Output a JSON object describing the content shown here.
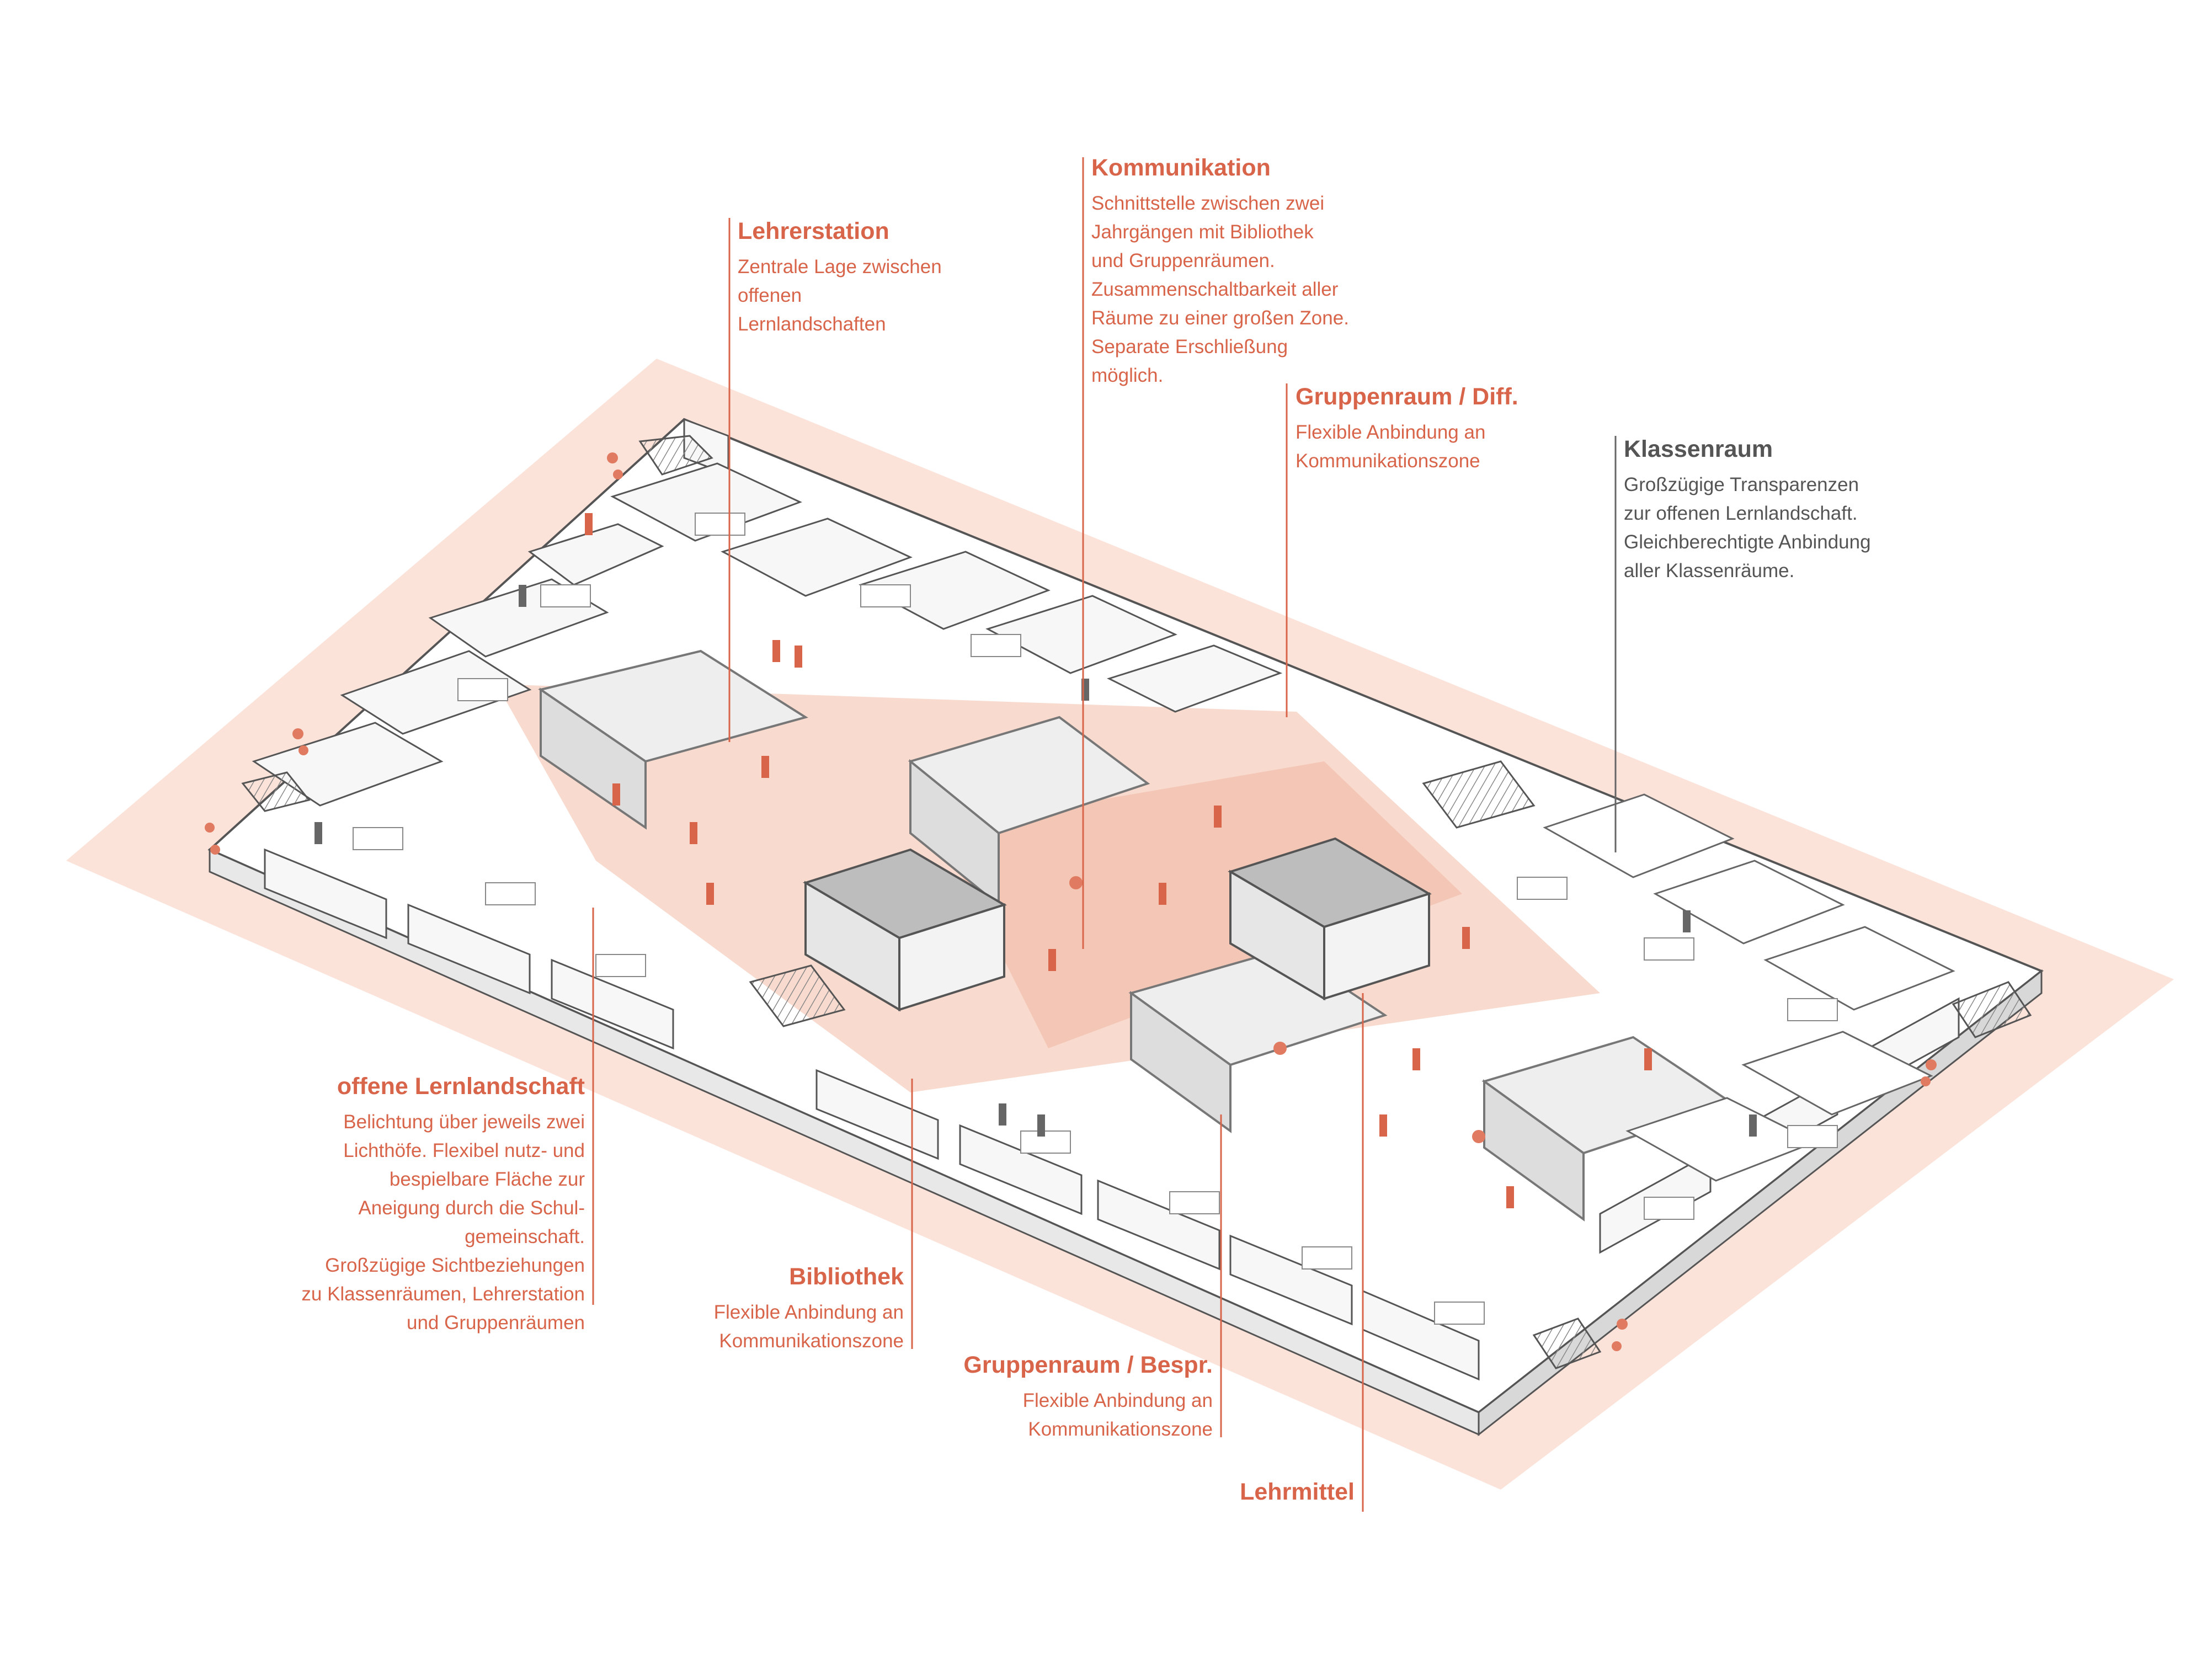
{
  "colors": {
    "accent": "#d8644a",
    "accent_light": "#f7d6cc",
    "accent_lighter": "#fbe7e0",
    "neutral_text": "#555555",
    "line": "#666666"
  },
  "callouts": {
    "lehrerstation": {
      "title": "Lehrerstation",
      "text": "Zentrale Lage zwischen\noffenen\nLernlandschaften"
    },
    "kommunikation": {
      "title": "Kommunikation",
      "text": "Schnittstelle zwischen zwei\nJahrgängen mit Bibliothek\nund Gruppenräumen.\nZusammenschaltbarkeit aller\nRäume zu einer großen Zone.\nSeparate Erschließung\nmöglich."
    },
    "gruppenraum_diff": {
      "title": "Gruppenraum / Diff.",
      "text": "Flexible Anbindung an\nKommunikationszone"
    },
    "klassenraum": {
      "title": "Klassenraum",
      "text": "Großzügige Transparenzen\nzur offenen Lernlandschaft.\nGleichberechtigte Anbindung\naller Klassenräume."
    },
    "offene_lernlandschaft": {
      "title": "offene Lernlandschaft",
      "text": "Belichtung über jeweils zwei\nLichthöfe. Flexibel nutz- und\nbespielbare Fläche zur\nAneigung durch die Schul-\ngemeinschaft.\nGroßzügige Sichtbeziehungen\nzu Klassenräumen, Lehrerstation\nund Gruppenräumen"
    },
    "bibliothek": {
      "title": "Bibliothek",
      "text": "Flexible Anbindung an\nKommunikationszone"
    },
    "gruppenraum_bespr": {
      "title": "Gruppenraum / Bespr.",
      "text": "Flexible Anbindung an\nKommunikationszone"
    },
    "lehrmittel": {
      "title": "Lehrmittel",
      "text": ""
    }
  }
}
